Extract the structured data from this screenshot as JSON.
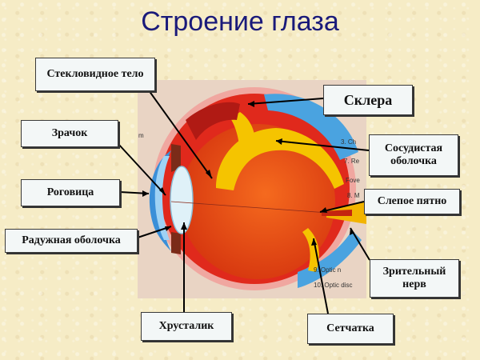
{
  "title": "Строение глаза",
  "labels": {
    "vitreous": "Стекловидное тело",
    "sclera": "Склера",
    "pupil": "Зрачок",
    "choroid": "Сосудистая оболочка",
    "cornea": "Роговица",
    "blind_spot": "Слепое пятно",
    "iris": "Радужная оболочка",
    "optic_nerve": "Зрительный нерв",
    "lens": "Хрусталик",
    "retina": "Сетчатка"
  },
  "inner_labels": {
    "l1": "m",
    "l3": "3. Ch",
    "l7": "7. Re",
    "fove": "Fove",
    "l8": "8. M",
    "l9": "9. Optic n",
    "l10": "10. Optic disc"
  },
  "colors": {
    "title": "#1a1a7a",
    "background": "#f6ecc6",
    "sclera": "#e0291c",
    "vitreous": "#f0531c",
    "choroid": "#f5c400",
    "cornea": "#3a8fd8"
  }
}
